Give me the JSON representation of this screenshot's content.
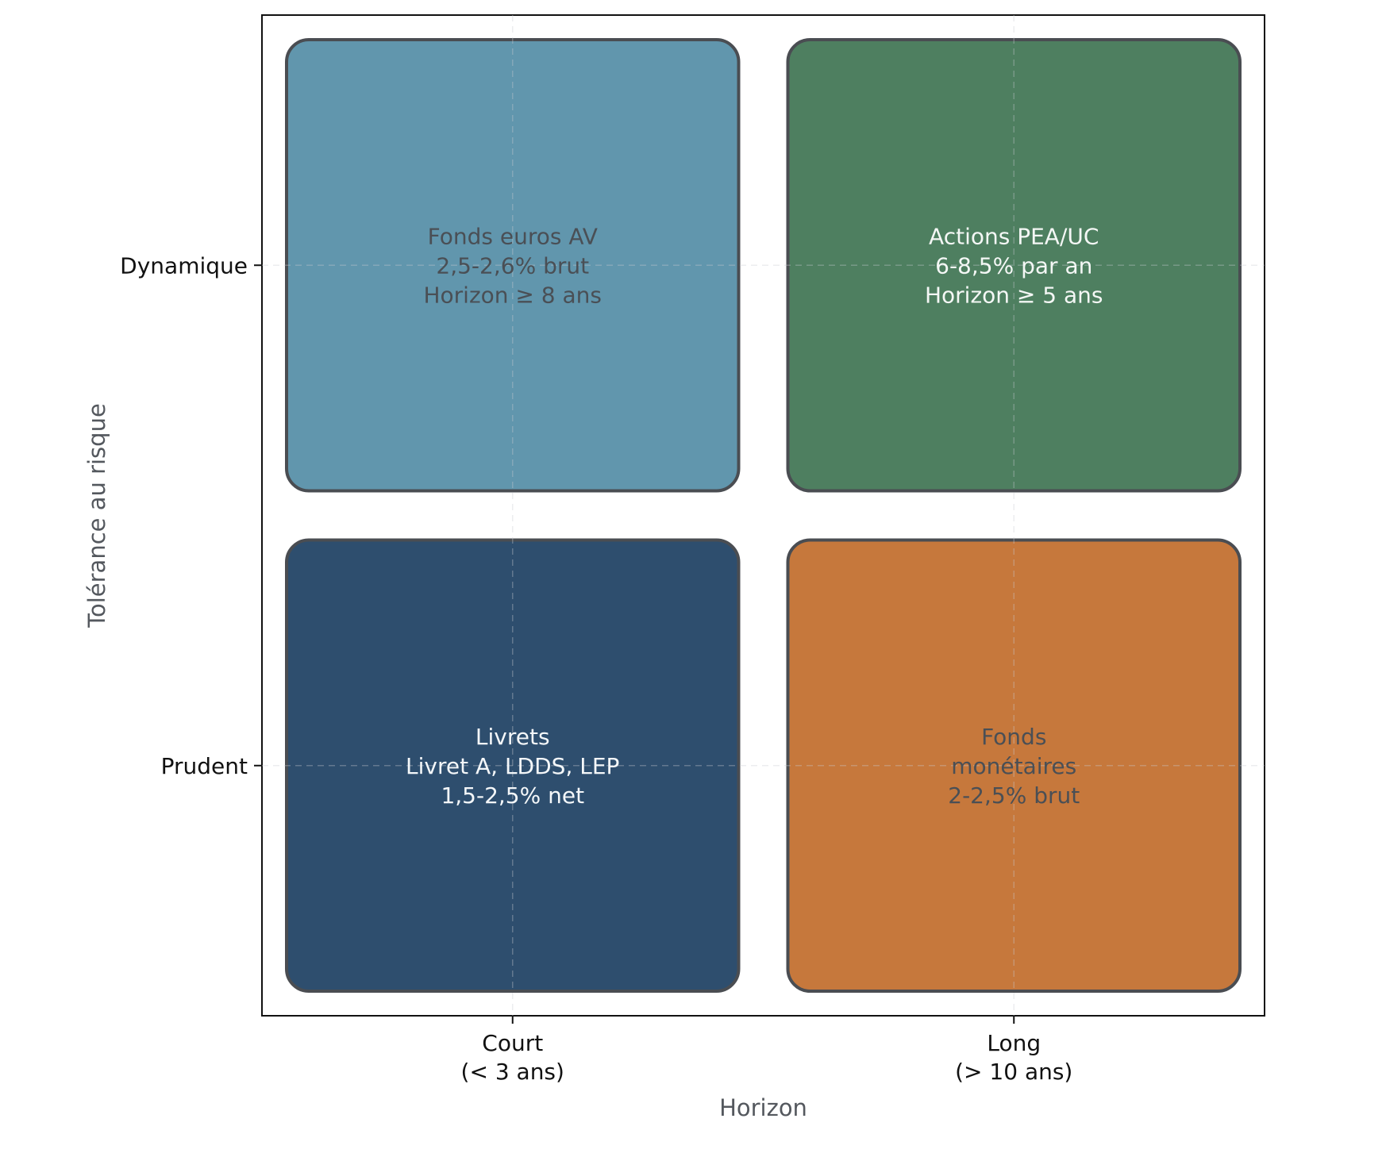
{
  "chart_data": {
    "type": "table",
    "title": "",
    "xlabel": "Horizon",
    "ylabel": "Tolérance au risque",
    "x_categories": [
      "Court\n(< 3 ans)",
      "Long\n(> 10 ans)"
    ],
    "y_categories": [
      "Prudent",
      "Dynamique"
    ],
    "grid": true,
    "cells": [
      {
        "x": "Court\n(< 3 ans)",
        "y": "Dynamique",
        "lines": [
          "Fonds euros AV",
          "2,5-2,6% brut",
          "Horizon ≥ 8 ans"
        ],
        "color": "#6196ad",
        "text_color": "#4a4f55"
      },
      {
        "x": "Long\n(> 10 ans)",
        "y": "Dynamique",
        "lines": [
          "Actions PEA/UC",
          "6-8,5% par an",
          "Horizon ≥ 5 ans"
        ],
        "color": "#4e7f60",
        "text_color": "#f4f7f5"
      },
      {
        "x": "Court\n(< 3 ans)",
        "y": "Prudent",
        "lines": [
          "Livrets",
          "Livret A, LDDS, LEP",
          "1,5-2,5% net"
        ],
        "color": "#2e4e6e",
        "text_color": "#f4f7f9"
      },
      {
        "x": "Long\n(> 10 ans)",
        "y": "Prudent",
        "lines": [
          "Fonds",
          "monétaires",
          "2-2,5% brut"
        ],
        "color": "#c6783c",
        "text_color": "#4a4f55"
      }
    ],
    "cell_border_color": "#4a4d52",
    "axis_color": "#111111",
    "label_color": "#54585e"
  }
}
